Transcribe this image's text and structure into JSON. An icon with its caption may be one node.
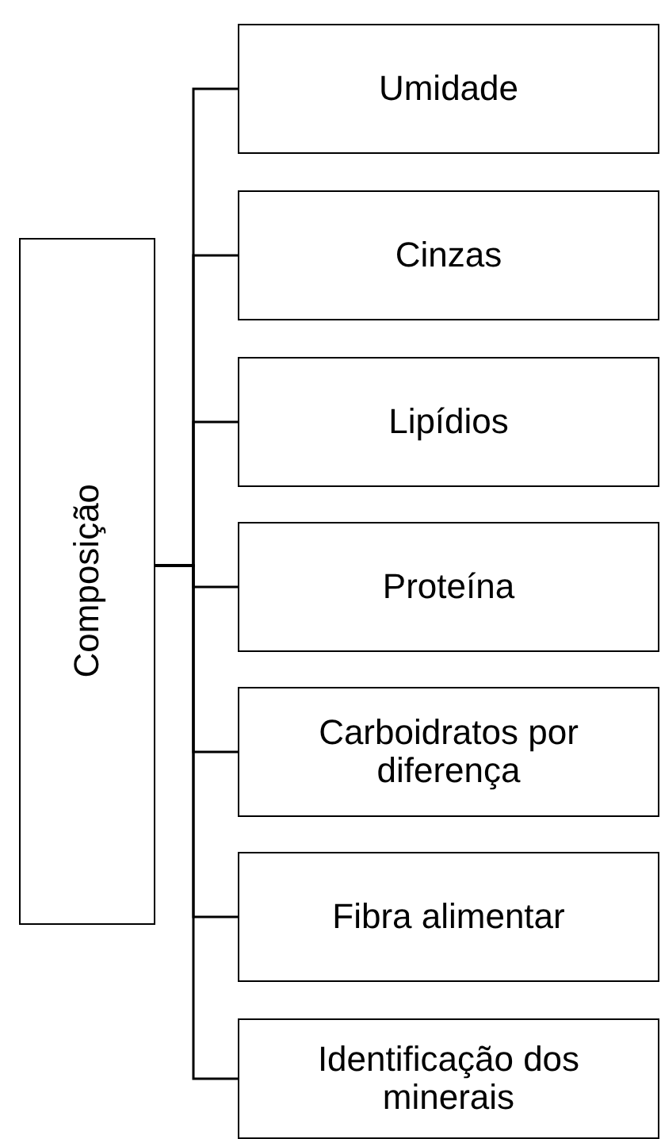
{
  "diagram": {
    "nodes": [
      {
        "text": [
          "Composição"
        ]
      },
      {
        "text": [
          "Umidade"
        ]
      },
      {
        "text": [
          "Cinzas"
        ]
      },
      {
        "text": [
          "Lipídios"
        ]
      },
      {
        "text": [
          "Proteína"
        ]
      },
      {
        "text": [
          "Carboidratos por diferença"
        ]
      },
      {
        "text": [
          "Fibra alimentar"
        ]
      },
      {
        "text": [
          "Identificação dos minerais"
        ]
      }
    ],
    "edges": [
      {
        "from": 0,
        "to": 1,
        "arrow": "none"
      },
      {
        "from": 0,
        "to": 2,
        "arrow": "none"
      },
      {
        "from": 0,
        "to": 3,
        "arrow": "none"
      },
      {
        "from": 0,
        "to": 4,
        "arrow": "none"
      },
      {
        "from": 0,
        "to": 5,
        "arrow": "none"
      },
      {
        "from": 0,
        "to": 6,
        "arrow": "none"
      },
      {
        "from": 0,
        "to": 7,
        "arrow": "none"
      }
    ]
  }
}
